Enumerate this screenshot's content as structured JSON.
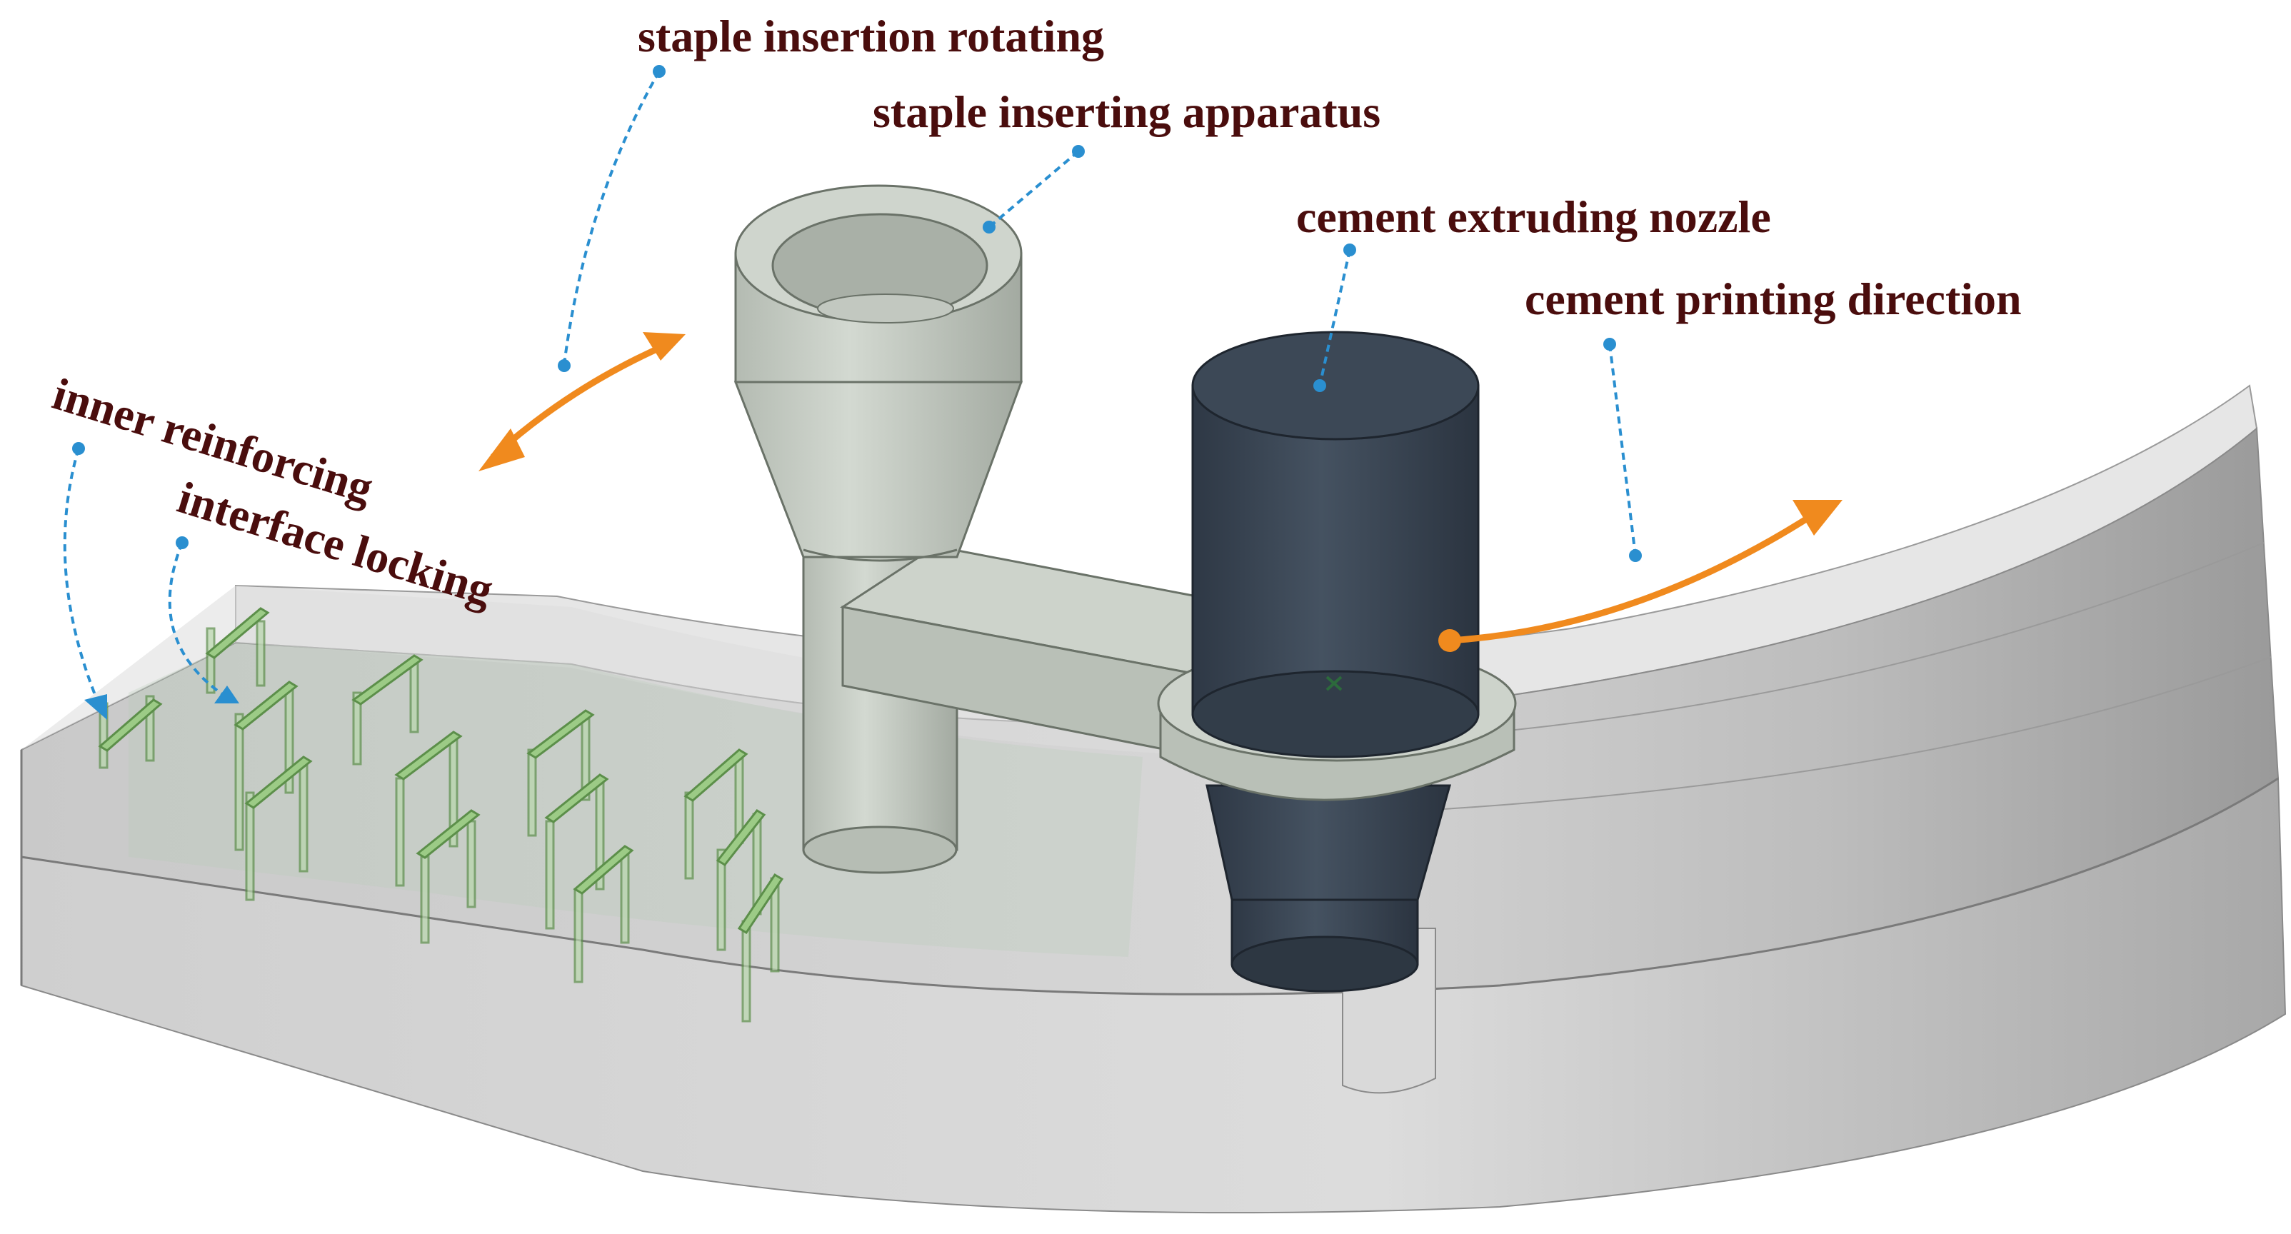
{
  "labels": {
    "staple_rotating": "staple insertion rotating",
    "staple_apparatus": "staple inserting apparatus",
    "nozzle": "cement extruding nozzle",
    "print_direction": "cement printing direction",
    "inner_reinforcing": "inner reinforcing",
    "interface_locking": "interface locking"
  },
  "colors": {
    "label_text": "#4a0d0d",
    "leader_line": "#2a8fd0",
    "motion_arrow": "#f08a1e",
    "nozzle_body": "#3a4552",
    "apparatus_body": "#c4cbc3",
    "wall": "#c8c8c8",
    "staple": "#7fb46a"
  },
  "icons": {
    "nozzle_center_mark": "x-mark-icon"
  }
}
